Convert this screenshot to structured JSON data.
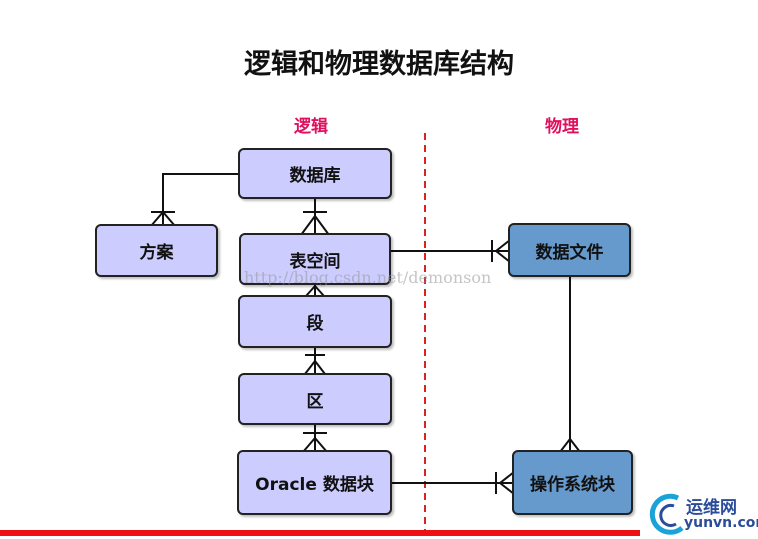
{
  "title": "逻辑和物理数据库结构",
  "sections": {
    "logical": "逻辑",
    "physical": "物理"
  },
  "entities": {
    "database": "数据库",
    "schema": "方案",
    "tablespace": "表空间",
    "segment": "段",
    "extent": "区",
    "oracle_block": "Oracle 数据块",
    "datafile": "数据文件",
    "os_block": "操作系统块"
  },
  "watermark": "http://blog.csdn.net/demonson",
  "brand": {
    "name_cn": "运维网",
    "name_en": "yunvn.com"
  },
  "colors": {
    "section_label": "#e0105e",
    "logical_fill": "#ccccff",
    "physical_fill": "#6699cc",
    "divider": "#dd2222",
    "bottom_bar": "#ee1111"
  }
}
